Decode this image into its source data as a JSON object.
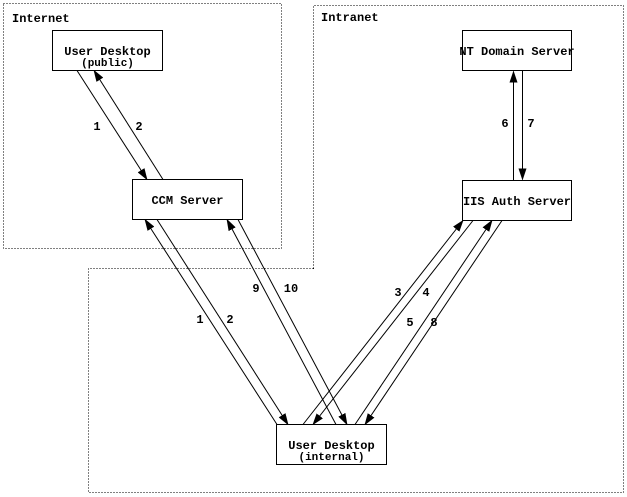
{
  "colors": {
    "background": "#ffffff",
    "line": "#000000",
    "text": "#000000"
  },
  "zones": {
    "internet": {
      "label": "Internet"
    },
    "intranet": {
      "label": "Intranet"
    }
  },
  "nodes": {
    "user_desktop_public": {
      "title": "User Desktop",
      "subtitle": "(public)"
    },
    "ccm_server": {
      "title": "CCM Server"
    },
    "nt_domain_server": {
      "title": "NT Domain Server"
    },
    "iis_auth_server": {
      "title": "IIS Auth Server"
    },
    "user_desktop_internal": {
      "title": "User Desktop",
      "subtitle": "(internal)"
    }
  },
  "arrow_labels": {
    "a1": "1",
    "a2": "2",
    "b1": "1",
    "b2": "2",
    "c9": "9",
    "c10": "10",
    "d3": "3",
    "d4": "4",
    "e5": "5",
    "e8": "8",
    "f6": "6",
    "f7": "7"
  },
  "edges": [
    {
      "label": "1",
      "from": "User Desktop (public)",
      "to": "CCM Server"
    },
    {
      "label": "2",
      "from": "CCM Server",
      "to": "User Desktop (public)"
    },
    {
      "label": "1",
      "from": "User Desktop (internal)",
      "to": "CCM Server"
    },
    {
      "label": "2",
      "from": "CCM Server",
      "to": "User Desktop (internal)"
    },
    {
      "label": "9",
      "from": "User Desktop (internal)",
      "to": "CCM Server"
    },
    {
      "label": "10",
      "from": "CCM Server",
      "to": "User Desktop (internal)"
    },
    {
      "label": "3",
      "from": "User Desktop (internal)",
      "to": "IIS Auth Server"
    },
    {
      "label": "4",
      "from": "IIS Auth Server",
      "to": "User Desktop (internal)"
    },
    {
      "label": "5",
      "from": "User Desktop (internal)",
      "to": "IIS Auth Server"
    },
    {
      "label": "8",
      "from": "IIS Auth Server",
      "to": "User Desktop (internal)"
    },
    {
      "label": "6",
      "from": "IIS Auth Server",
      "to": "NT Domain Server"
    },
    {
      "label": "7",
      "from": "NT Domain Server",
      "to": "IIS Auth Server"
    }
  ]
}
